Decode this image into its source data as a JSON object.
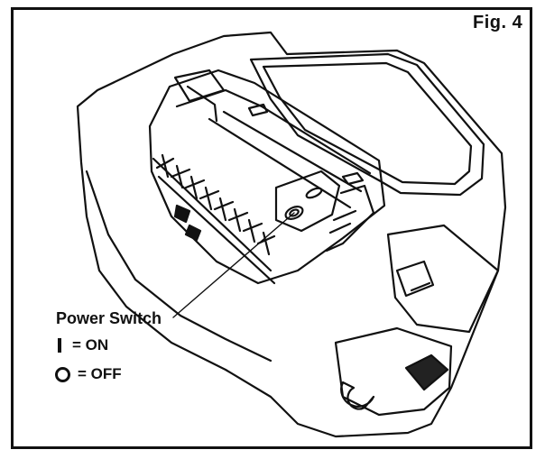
{
  "figure": {
    "label": "Fig. 4"
  },
  "legend": {
    "title": "Power Switch",
    "on": {
      "symbol": "I",
      "text": "= ON"
    },
    "off": {
      "symbol": "O",
      "text": "= OFF"
    }
  },
  "colors": {
    "line": "#111111",
    "background": "#ffffff",
    "shade": "#222222"
  }
}
